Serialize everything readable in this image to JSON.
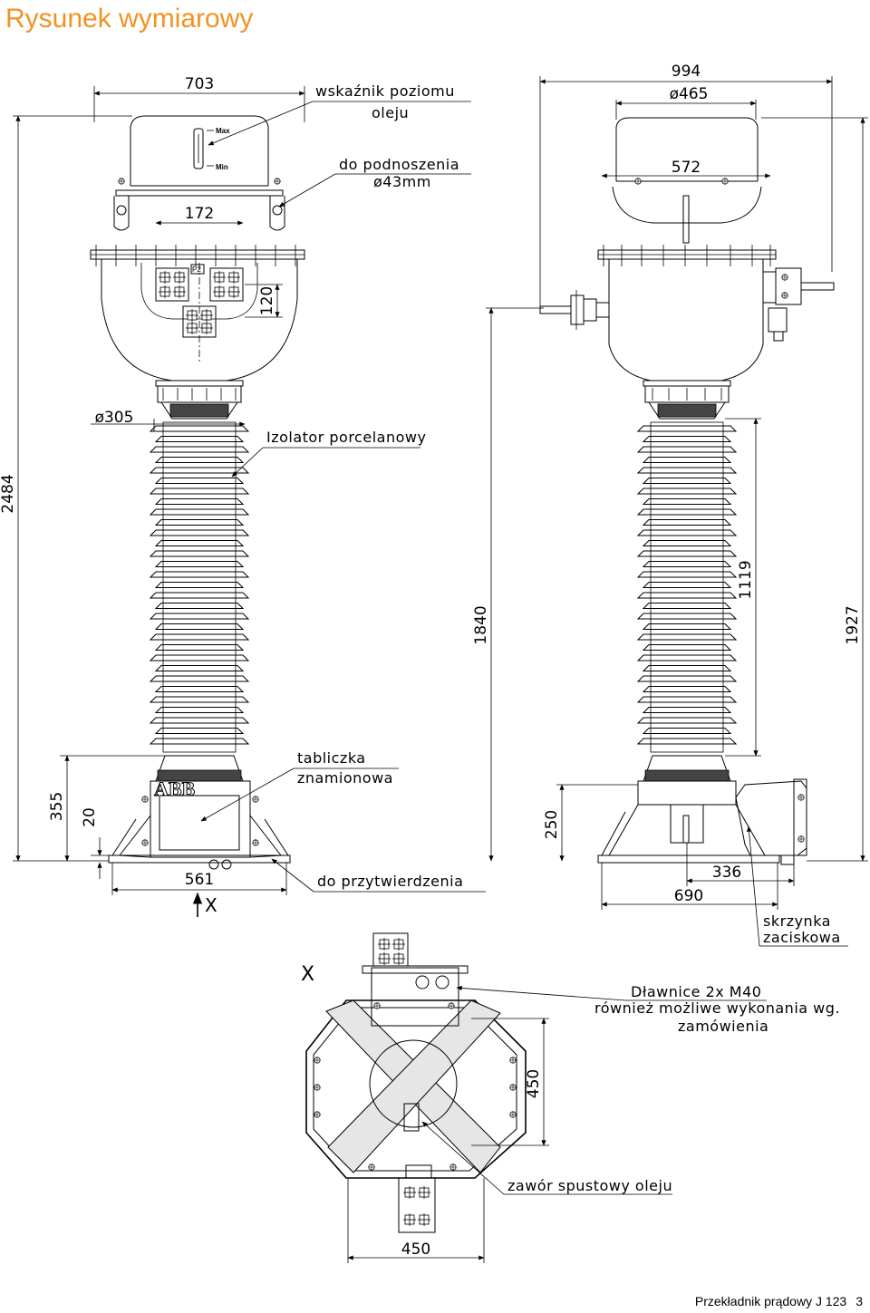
{
  "header": {
    "title": "Rysunek wymiarowy"
  },
  "footer": {
    "doc": "Przekładnik prądowy J 123",
    "page": "3"
  },
  "front_view": {
    "dims": {
      "top_width": "703",
      "box_width": "172",
      "plate_height": "120",
      "insulator_dia": "ø305",
      "total_height": "2484",
      "base_height": "355",
      "foot_height": "20",
      "base_width": "561"
    },
    "labels": {
      "oil_level_line1": "wskaźnik poziomu",
      "oil_level_line2": "oleju",
      "lifting_line1": "do podnoszenia",
      "lifting_line2": "ø43mm",
      "insulator": "Izolator porcelanowy",
      "nameplate_line1": "tabliczka",
      "nameplate_line2": "znamionowa",
      "mounting": "do przytwierdzenia",
      "view_marker": "X",
      "max_mark": "Max",
      "min_mark": "Min",
      "terminal_p2": "P2",
      "brand": "ABB"
    }
  },
  "side_view": {
    "dims": {
      "overall_width": "994",
      "head_dia": "ø465",
      "head_inner": "572",
      "mount_height": "1840",
      "insulator_height": "1119",
      "total_height": "1927",
      "base_height": "250",
      "box_width": "336",
      "base_width": "690"
    },
    "labels": {
      "terminal_box_line1": "skrzynka",
      "terminal_box_line2": "zaciskowa"
    }
  },
  "bottom_view": {
    "marker": "X",
    "dims": {
      "height": "450",
      "width": "450"
    },
    "labels": {
      "glands_line1": "Dławnice 2x M40",
      "glands_line2": "również możliwe wykonania wg.",
      "glands_line3": "zamówienia",
      "drain_valve": "zawór spustowy oleju"
    }
  }
}
